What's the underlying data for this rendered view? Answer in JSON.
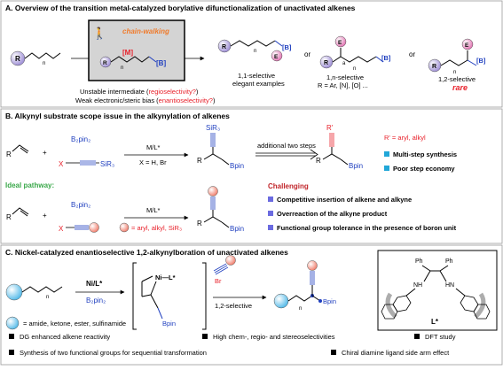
{
  "sectionA": {
    "title": "A. Overview of the transition metal-catalyzed borylative difunctionalization of unactivated alkenes",
    "chain_walking": "chain-walking",
    "metal": "[M]",
    "boron": "[B]",
    "R": "R",
    "E": "E",
    "n": "n",
    "a": "a",
    "or": "or",
    "unstable_prefix": "Unstable intermediate (",
    "regio": "regioselectivity?",
    "weak_prefix": "Weak electronic/steric bias (",
    "enantio": "enantioselectivity?",
    "close_paren": ")",
    "prod1_line1": "1,1-selective",
    "prod1_line2": "elegant examples",
    "prod2_line1": "1,n-selective",
    "prod2_line2": "R = Ar, [N], [O] ...",
    "prod3_line1": "1,2-selective",
    "prod3_line2": "rare"
  },
  "sectionB": {
    "title": "B. Alkynyl substrate scope issue in the alkynylation of alkenes",
    "R": "R",
    "plus": "+",
    "B2pin2": "B₂pin₂",
    "reagent_X": "X",
    "reagent_SiR3": "SiR₃",
    "catalyst": "M/L*",
    "conditions": "X = H, Br",
    "product_SiR3": "SiR₃",
    "product_Bpin": "Bpin",
    "additional_steps": "additional two steps",
    "R_prime": "R'",
    "R_prime_def": "R' = aryl, alkyl",
    "drawback1": "Multi-step synthesis",
    "drawback2": "Poor step economy",
    "ideal_label": "Ideal pathway:",
    "ideal_catalyst": "M/L*",
    "ideal_def": "= aryl, alkyl, SiR₃",
    "challenging_title": "Challenging",
    "challenge1": "Competitive insertion of alkene and alkyne",
    "challenge2": "Overreaction of the alkyne product",
    "challenge3": "Functional group tolerance in the presence of boron unit"
  },
  "sectionC": {
    "title": "C. Nickel-catalyzed enantioselective 1,2-alkynylboration of unactivated alkenes",
    "n": "n",
    "catalyst": "Ni/L*",
    "B2pin2": "B₂pin₂",
    "Ni_L": "Ni—L*",
    "Bpin": "Bpin",
    "Br": "Br",
    "selective": "1,2-selective",
    "product_Bpin": "Bpin",
    "ligand_Ph1": "Ph",
    "ligand_Ph2": "Ph",
    "ligand_NH1": "NH",
    "ligand_NH2": "HN",
    "ligand_label": "L*",
    "dg_def": "= amide, ketone, ester, sulfinamide",
    "feature1": "DG enhanced alkene reactivity",
    "feature2": "High chem-, regio- and stereoselectivities",
    "feature3": "DFT study",
    "feature4": "Synthesis of two functional groups for sequential transformation",
    "feature5": "Chiral diamine ligand side arm effect"
  },
  "colors": {
    "section_title": "#000000",
    "red": "#e8202a",
    "blue": "#1f3fbf",
    "orange": "#f07a2a",
    "purple_ball": "#a89ad8",
    "pink_ball": "#e88cc0",
    "salmon_ball": "#f4907c",
    "cyan_ball": "#7ccdf0",
    "cyan_square": "#21a7d8",
    "purple_square": "#6b6be0",
    "box_gray": "#d4d4d4"
  }
}
